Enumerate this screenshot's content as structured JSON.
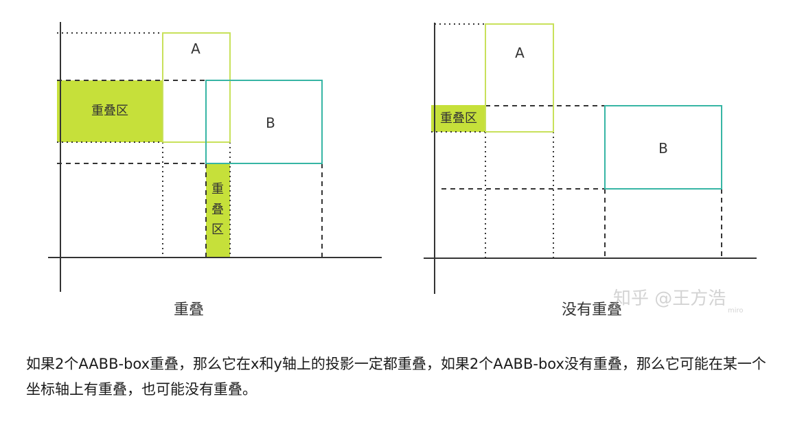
{
  "left_diagram": {
    "box_a_label": "A",
    "box_b_label": "B",
    "overlap_y_label": "重叠区",
    "overlap_x_label": [
      "重",
      "叠",
      "区"
    ],
    "title": "重叠"
  },
  "right_diagram": {
    "box_a_label": "A",
    "box_b_label": "B",
    "overlap_y_label": "重叠区",
    "title": "没有重叠"
  },
  "watermark": {
    "text": "知乎 @王方浩",
    "sub": "miro"
  },
  "caption": "如果2个AABB-box重叠，那么它在x和y轴上的投影一定都重叠，如果2个AABB-box没有重叠，那么它可能在某一个坐标轴上有重叠，也可能没有重叠。",
  "colors": {
    "box_a_stroke": "#c8e15a",
    "box_b_stroke": "#36b5a4",
    "overlap_fill": "#c6e03a",
    "axis": "#333333",
    "text": "#333333"
  }
}
